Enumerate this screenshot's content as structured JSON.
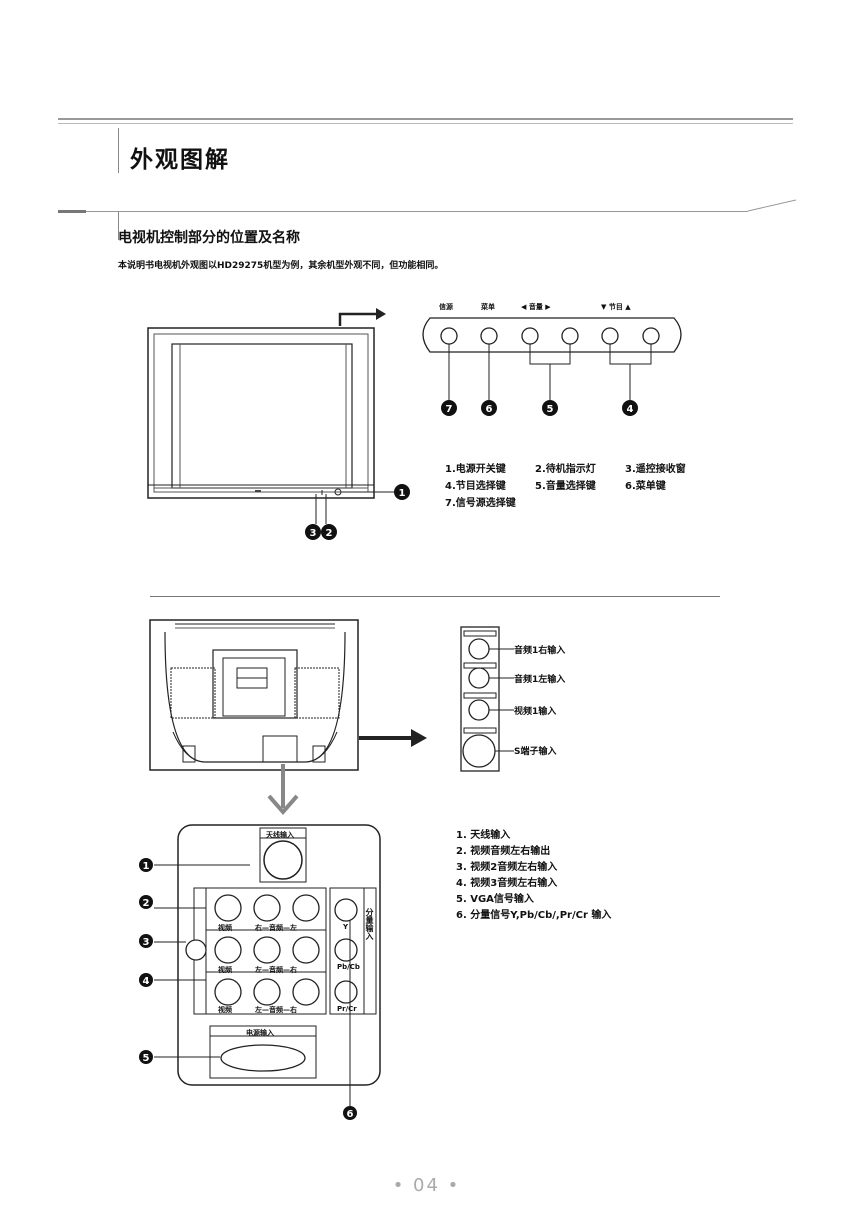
{
  "header": {
    "title": "外观图解",
    "subtitle": "电视机控制部分的位置及名称",
    "intro": "本说明书电视机外观图以HD29275机型为例，其余机型外观不同，但功能相同。"
  },
  "front_panel": {
    "button_labels": [
      "信源",
      "菜单",
      "◀ 音量 ▶",
      "▼ 节目 ▲"
    ],
    "badges": [
      "7",
      "6",
      "5",
      "4",
      "1",
      "3",
      "2"
    ],
    "legend": [
      "1.电源开关键",
      "2.待机指示灯",
      "3.遥控接收窗",
      "4.节目选择键",
      "5.音量选择键",
      "6.菜单键",
      "7.信号源选择键"
    ]
  },
  "side_panel": {
    "labels": [
      "音频1右输入",
      "音频1左输入",
      "视频1输入",
      "S端子输入"
    ]
  },
  "rear_panel": {
    "top_label": "天线输入",
    "bottom_label": "电源输入",
    "vertical_label": "分量输入",
    "jack_labels": [
      "视频",
      "右—音频—左",
      "视频",
      "左—音频—右",
      "视频",
      "左—音频—右"
    ],
    "component_labels": [
      "Y",
      "Pb/Cb",
      "Pr/Cr"
    ],
    "badges": [
      "1",
      "2",
      "3",
      "4",
      "5",
      "6"
    ],
    "legend": [
      "1. 天线输入",
      "2. 视频音频左右输出",
      "3. 视频2音频左右输入",
      "4. 视频3音频左右输入",
      "5. VGA信号输入",
      "6. 分量信号Y,Pb/Cb/,Pr/Cr 输入"
    ]
  },
  "footer": {
    "page_number": "• 04 •"
  }
}
